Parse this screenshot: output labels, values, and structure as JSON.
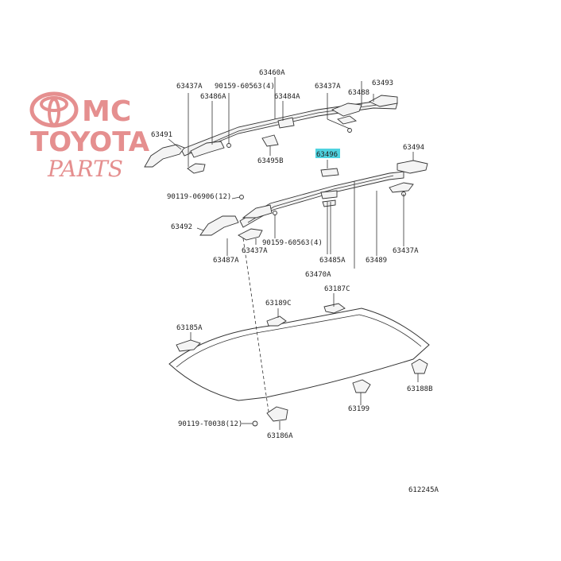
{
  "logo": {
    "line1": "MC",
    "line2": "TOYOTA",
    "line3": "PARTS"
  },
  "labels": {
    "p63460A": "63460A",
    "p63437A_top_left": "63437A",
    "p90159_top": "90159-60563(4)",
    "p63437A_top_right": "63437A",
    "p63493": "63493",
    "p63486A": "63486A",
    "p63484A": "63484A",
    "p63488": "63488",
    "p63491": "63491",
    "p63495B": "63495B",
    "p63496": "63496",
    "p63494": "63494",
    "p90119_06906": "90119-06906(12)",
    "p63492": "63492",
    "p90159_mid": "90159-60563(4)",
    "p63437A_mid": "63437A",
    "p63487A": "63487A",
    "p63485A": "63485A",
    "p63489": "63489",
    "p63437A_right": "63437A",
    "p63470A": "63470A",
    "p63187C": "63187C",
    "p63189C": "63189C",
    "p63185A": "63185A",
    "p63188B": "63188B",
    "p63199": "63199",
    "p90119_T0038": "90119-T0038(12)",
    "p63186A": "63186A",
    "ref_code": "612245A"
  },
  "colors": {
    "logo": "#e58f8f",
    "highlight": "#4fd3e0",
    "line": "#333333"
  }
}
